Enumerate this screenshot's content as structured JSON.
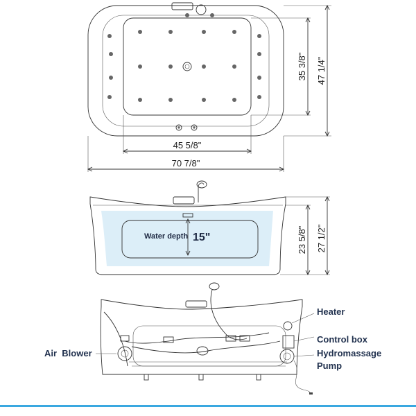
{
  "top_view": {
    "depth_inner": "35 3/8\"",
    "depth_outer": "47 1/4\"",
    "width_inner": "45 5/8\"",
    "width_outer": "70 7/8\""
  },
  "side_view": {
    "water_depth_label": "Water depth",
    "water_depth_value": "15\"",
    "height_inner": "23 5/8\"",
    "height_outer": "27 1/2\""
  },
  "components": {
    "heater": "Heater",
    "control_box": "Control box",
    "hydromassage_pump_line1": "Hydromassage",
    "hydromassage_pump_line2": "Pump",
    "air_blower": "Air  Blower"
  },
  "colors": {
    "water": "#dceef8",
    "label_text": "#22324f",
    "footer_bar": "#3aa8e0"
  }
}
